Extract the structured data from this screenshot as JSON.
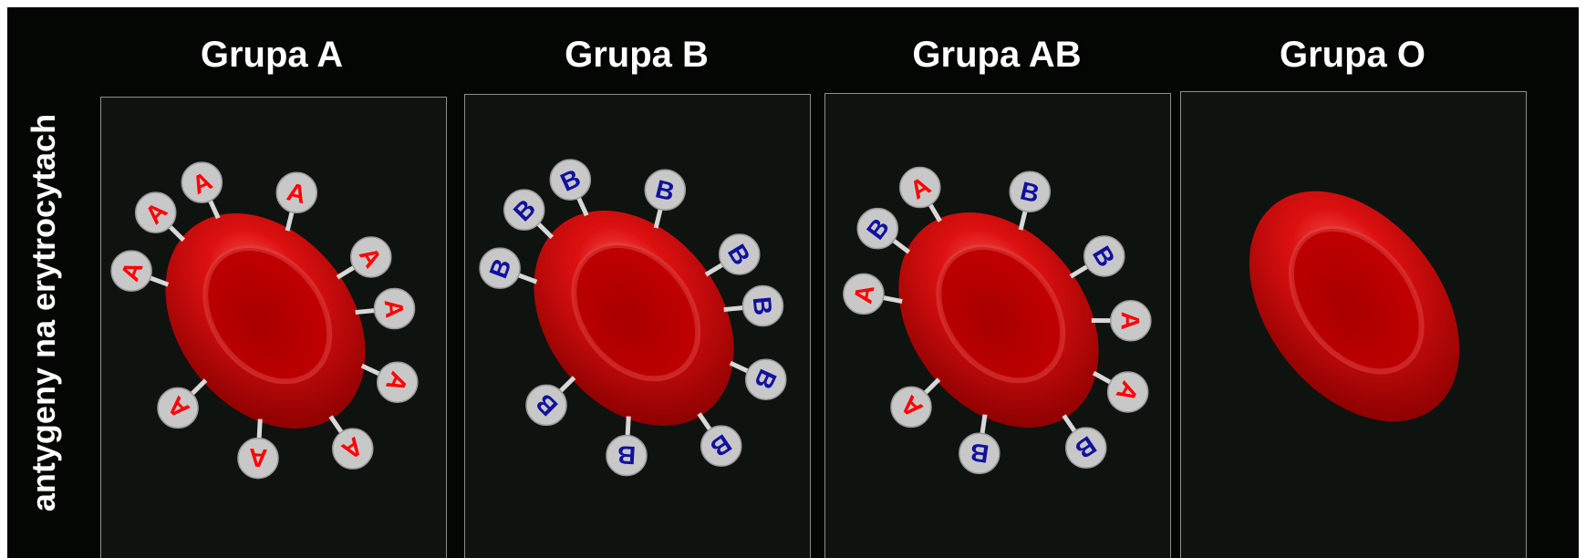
{
  "side_label": "antygeny na erytrocytach",
  "groups": [
    {
      "title": "Grupa A",
      "antigens": [
        "A",
        "A",
        "A",
        "A",
        "A",
        "A",
        "A",
        "A",
        "A",
        "A"
      ]
    },
    {
      "title": "Grupa B",
      "antigens": [
        "B",
        "B",
        "B",
        "B",
        "B",
        "B",
        "B",
        "B",
        "B",
        "B"
      ]
    },
    {
      "title": "Grupa AB",
      "antigens": [
        "B",
        "A",
        "A",
        "B",
        "B",
        "A",
        "A",
        "B",
        "B",
        "A"
      ]
    },
    {
      "title": "Grupa O",
      "antigens": []
    }
  ],
  "colors": {
    "background": "#040604",
    "panel": "#0f130f",
    "cell": "#c00000",
    "antigen_a": "#ff0000",
    "antigen_b": "#1010a0",
    "antigen_bubble": "#c8c8c8"
  }
}
